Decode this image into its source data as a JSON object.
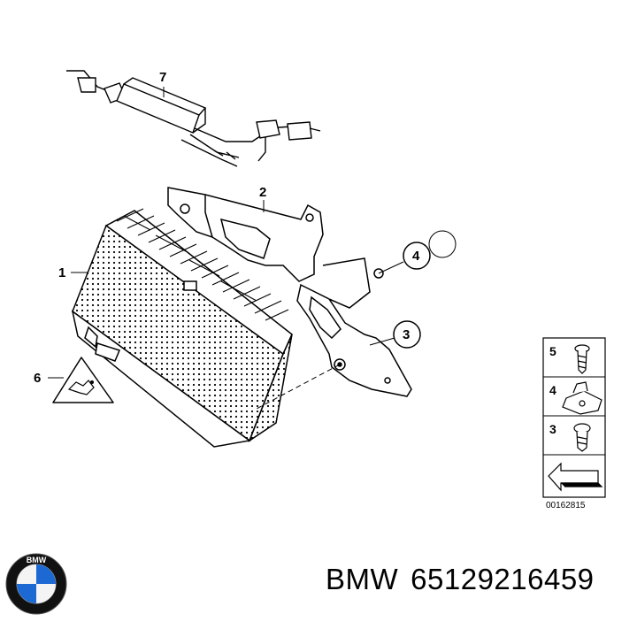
{
  "diagram": {
    "callouts": {
      "item1": "1",
      "item2": "2",
      "item3": "3",
      "item4": "4",
      "item6": "6",
      "item7": "7"
    },
    "legend": {
      "row1": "5",
      "row2": "4",
      "row3": "3"
    },
    "drawing_code": "00162815"
  },
  "footer": {
    "logo_text": "BMW",
    "brand": "BMW",
    "part_number": "65129216459"
  },
  "colors": {
    "line": "#000000",
    "background": "#ffffff",
    "logo_blue": "#1c69d4"
  }
}
